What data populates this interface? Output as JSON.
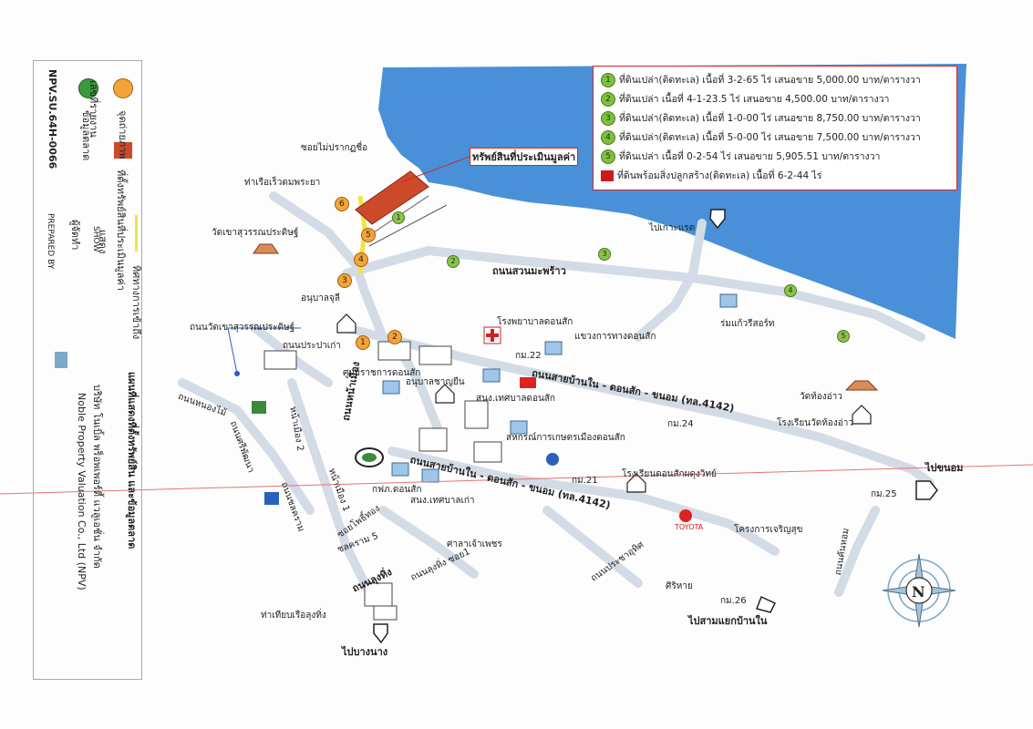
{
  "map": {
    "title_assets": "ทรัพย์สินที่ประเมินมูลค่า",
    "north_label": "N"
  },
  "legend": {
    "rows": [
      {
        "num": "1",
        "text": "ที่ดินเปล่า(ติดทะเล)  เนื้อที่  3-2-65  ไร่  เสนอขาย  5,000.00 บาท/ตารางวา"
      },
      {
        "num": "2",
        "text": "ที่ดินเปล่า              เนื้อที่  4-1-23.5 ไร่  เสนอขาย  4,500.00 บาท/ตารางวา"
      },
      {
        "num": "3",
        "text": "ที่ดินเปล่า(ติดทะเล)  เนื้อที่  1-0-00  ไร่  เสนอขาย  8,750.00 บาท/ตารางวา"
      },
      {
        "num": "4",
        "text": "ที่ดินเปล่า(ติดทะเล)  เนื้อที่  5-0-00  ไร่  เสนอขาย  7,500.00 บาท/ตารางวา"
      },
      {
        "num": "5",
        "text": "ที่ดินเปล่า              เนื้อที่  0-2-54  ไร่  เสนอขาย  5,905.51 บาท/ตารางวา"
      }
    ],
    "red_row": "ที่ดินพร้อมสิ่งปลูกสร้าง(ติดทะเล)  เนื้อที่  6-2-44 ไร่"
  },
  "side": {
    "key_orange": "จุดถ่ายภาพ",
    "key_red": "ที่ตั้งทรัพย์สินที่ประเมินมูลค่า",
    "key_green": "ข้อมูลตลาด",
    "key_yellow": "ทิศทางการเข้าถึง",
    "doc_no_label": "เลขที่รายงาน",
    "doc_no": "NPV.SU.64H-0066",
    "show_label": "แสดง",
    "show_en": "SHOW",
    "prepared_label": "ผู้จัดทำ",
    "prepared_en": "PREPARED BY",
    "title_th": "แผนที่แสดงที่ตั้งทรัพย์สิน และข้อมูลตลาด",
    "company_th": "บริษัท โนเบิ้ล พร็อพเพอร์ตี้ แวลูเอชั่น จำกัด",
    "company_en": "Noble Property Valuation Co., Ltd (NPV)"
  },
  "labels": {
    "pier": "ท่าเรือเร็วดมพระยา",
    "soi_unnamed": "ซอยไม่ปรากฏชื่อ",
    "wat_khao": "วัดเขาสุวรรณประดิษฐ์",
    "to_koh_rat": "ไปเกาะแรต",
    "road_suan_maprao": "ถนนสวนมะพร้าว",
    "anuban_jullee": "อนุบาลจุลี",
    "road_wat_khao": "ถนนวัดเขาสุวรรณประดิษฐ์",
    "road_pracha_pattana": "ถนนประปาเก่า",
    "hospital": "โรงพยาบาลดอนสัก",
    "highway_office": "แขวงการทางดอนสัก",
    "gov_center": "ศูนย์ราชการดอนสัก",
    "anuban_chanyuen": "อนุบาลชาญยืน",
    "tessaban_office": "สนง.เทศบาลดอนสัก",
    "road_main_1": "ถนนสายบ้านใน - ดอนสัก - ขนอม (ทล.4142)",
    "road_main_2": "ถนนสายบ้านใน - ดอนสัก - ขนอม (ทล.4142)",
    "coop": "สหกรณ์การเกษตรเมืองดอนสัก",
    "wat_hong": "วัดท้องอ่าว",
    "school_hong": "โรงเรียนวัดท้องอ่าว",
    "to_khanom": "ไปขนอม",
    "school_donsak": "โรงเรียนดอนสักผดุงวิทย์",
    "km21": "กม.21",
    "km22": "กม.22",
    "km24": "กม.24",
    "km25": "กม.25",
    "km26": "กม.26",
    "residence": "ร่มแก้วรีสอร์ท",
    "road_nong_mai": "ถนนหนองไม้",
    "road_siri_pattana": "ถนนศรีพัฒนา",
    "road_nam_mueang": "ถนนหน้าเมือง",
    "road_nam_mueang_2": "หน้าเมือง 2",
    "road_nam_mueang_1": "หน้าเมือง 1",
    "road_chonkram": "ถนนชลคราม",
    "soi_pho_thong": "ซอยโพธิ์ทอง",
    "chonkram5": "ชลคราม 5",
    "bank": "กฟภ.ดอนสัก",
    "tessaban_old": "สนง.เทศบาลเก่า",
    "salachao": "ศาลาเจ้าเพชร",
    "road_lung_thing": "ถนนลุงทิ่ง",
    "soi_lung_thing": "ถนนลุงทิ่ง ซอย1",
    "road_pracha_uthit": "ถนนประชาอุทิศ",
    "siri_hai": "ศิริหาย",
    "project": "โครงการเจริญสุข",
    "road_khan_hom": "ถนนคันหอม",
    "to_sam_yaek": "ไปสามแยกบ้านใน",
    "pier_lung_thing": "ท่าเทียบเรือลุงทิ่ง",
    "to_bang_nang": "ไปบางนาง",
    "toyota": "TOYOTA"
  },
  "colors": {
    "sea": "#4a90d9",
    "road": "#d6dce5",
    "asset": "#cc4a2a",
    "marker_orange": "#f2a43a",
    "marker_green": "#8bc34a",
    "legend_border": "#dd2222"
  }
}
